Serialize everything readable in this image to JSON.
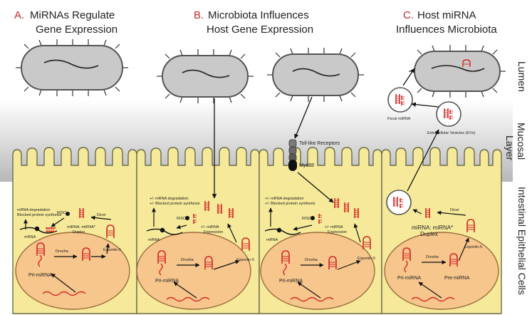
{
  "colors": {
    "cell_fill": "#f6ea9a",
    "cell_stroke": "#6b6b4a",
    "nucleus_fill": "#f6c68c",
    "nucleus_stroke": "#9b6d3e",
    "bacteria_fill": "#c9c9c9",
    "bacteria_stroke": "#555555",
    "rna_red": "#d62a2a",
    "panel_letter": "#c62828",
    "mucosal_gradient_top": "#ffffff",
    "mucosal_gradient_bottom": "#bdbdbd"
  },
  "panels": {
    "a": {
      "letter": "A.",
      "title_line1": "MiRNAs Regulate",
      "title_line2": "Gene Expression"
    },
    "b": {
      "letter": "B.",
      "title_line1": "Microbiota Influences",
      "title_line2": "Host Gene Expression"
    },
    "c": {
      "letter": "C.",
      "title_line1": "Host miRNA",
      "title_line2": "Influences Microbiota"
    }
  },
  "side_labels": {
    "lumen": "Lumen",
    "mucosal_line1": "Mucosal",
    "mucosal_line2": "Layer",
    "intestinal": "Intestinal Epithelial Cells"
  },
  "cell_labels": {
    "mrna_degradation": "mRNA degradation",
    "blocked_protein": "Blocked protein synthesis",
    "pm_mrna_degradation": "+/- mRNA degradation",
    "pm_blocked_protein": "+/- Blocked protein synthesis",
    "risc": "RISC",
    "dicer": "Dicer",
    "duplex_line1": "miRNA: miRNA*",
    "duplex_line2": "Duplex",
    "pm_mirna": "+/- miRNA",
    "expression": "Expression",
    "mrna": "mRNA",
    "drosha": "Drosha",
    "pri_mirna": "Pri-miRNA",
    "pre_mirna": "Pre-miRNA",
    "exportin": "Exportin-5"
  },
  "receptors": {
    "tlr": "Toll-like Receptors",
    "myd88": "Myd88"
  },
  "vesicles": {
    "fecal": "Fecal miRNA",
    "extracellular": "Extracellular Vesicles (EVs)"
  }
}
